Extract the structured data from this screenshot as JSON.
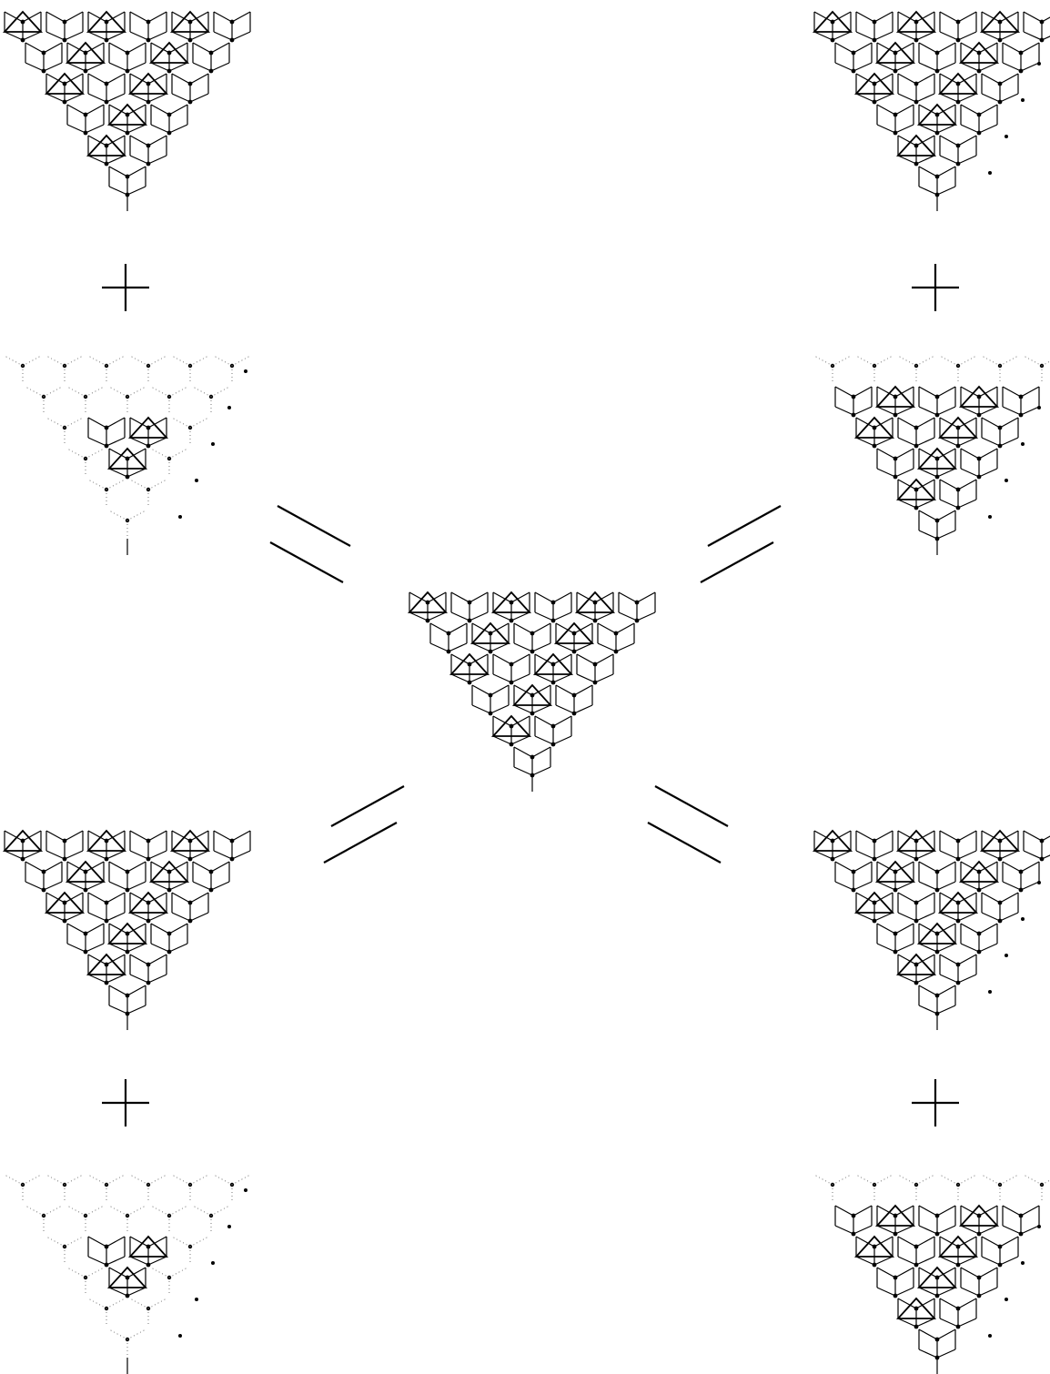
{
  "figure": {
    "description_free": true,
    "ink_color": "#000000",
    "dot_grid_color": "#555555",
    "panels": [
      {
        "id": "top-left-a",
        "role": "term",
        "variant": "full-lattice",
        "dots_outside": false
      },
      {
        "id": "top-left-b",
        "role": "term",
        "variant": "small-core",
        "dots_outside": true
      },
      {
        "id": "top-right-a",
        "role": "term",
        "variant": "full-lattice",
        "dots_outside": true
      },
      {
        "id": "top-right-b",
        "role": "term",
        "variant": "medium-core",
        "dots_outside": true
      },
      {
        "id": "center",
        "role": "result",
        "variant": "full-lattice",
        "dots_outside": false
      },
      {
        "id": "bottom-left-a",
        "role": "term",
        "variant": "full-lattice",
        "dots_outside": false
      },
      {
        "id": "bottom-left-b",
        "role": "term",
        "variant": "small-core",
        "dots_outside": true
      },
      {
        "id": "bottom-right-a",
        "role": "term",
        "variant": "full-lattice",
        "dots_outside": true
      },
      {
        "id": "bottom-right-b",
        "role": "term",
        "variant": "medium-core",
        "dots_outside": true
      }
    ],
    "operators": [
      {
        "id": "plus-top-left",
        "symbol": "plus"
      },
      {
        "id": "plus-top-right",
        "symbol": "plus"
      },
      {
        "id": "plus-bottom-left",
        "symbol": "plus"
      },
      {
        "id": "plus-bottom-right",
        "symbol": "plus"
      },
      {
        "id": "equals-upper-left",
        "symbol": "equals"
      },
      {
        "id": "equals-upper-right",
        "symbol": "equals"
      },
      {
        "id": "equals-lower-left",
        "symbol": "equals"
      },
      {
        "id": "equals-lower-right",
        "symbol": "equals"
      }
    ]
  }
}
